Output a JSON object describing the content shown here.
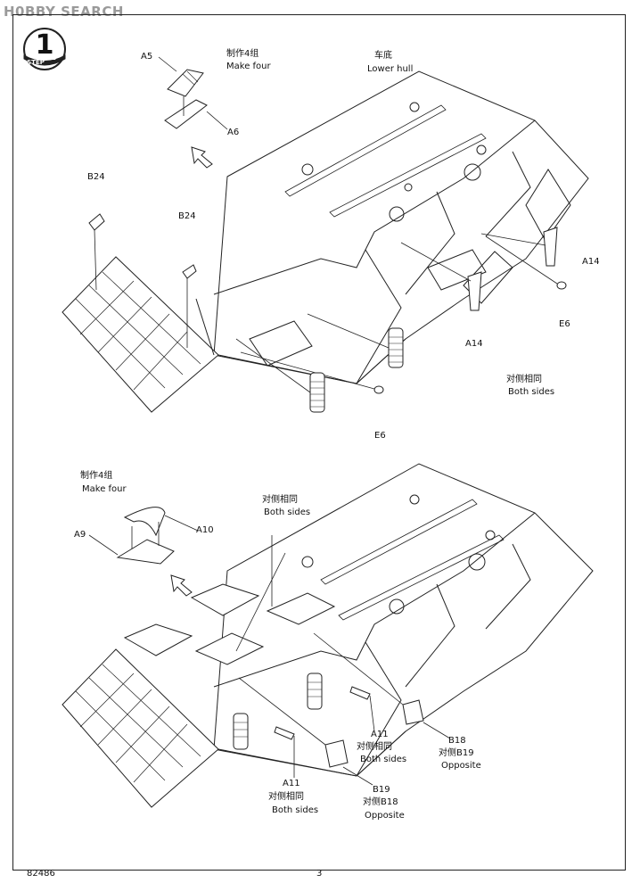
{
  "watermark": "H0BBY SEARCH",
  "step": {
    "number": "1",
    "label": "STEP"
  },
  "labels": {
    "a5": "A5",
    "make_four_cn_1": "制作4组",
    "make_four_en_1": "Make four",
    "a6": "A6",
    "lower_hull_cn": "车底",
    "lower_hull_en": "Lower hull",
    "b24_left": "B24",
    "b24_mid": "B24",
    "a14_right": "A14",
    "a14_mid": "A14",
    "e6_right": "E6",
    "e6_bottom": "E6",
    "both_sides_cn_1": "对侧相同",
    "both_sides_en_1": "Both sides",
    "make_four_cn_2": "制作4组",
    "make_four_en_2": "Make four",
    "a9": "A9",
    "a10": "A10",
    "both_sides_cn_2": "对侧相同",
    "both_sides_en_2": "Both sides",
    "a11_right": "A11",
    "both_sides_cn_3": "对侧相同",
    "both_sides_en_3": "Both sides",
    "b18": "B18",
    "opp_b19_cn": "对侧B19",
    "opposite_1": "Opposite",
    "a11_left": "A11",
    "both_sides_cn_4": "对侧相同",
    "both_sides_en_4": "Both sides",
    "b19": "B19",
    "opp_b18_cn": "对侧B18",
    "opposite_2": "Opposite"
  },
  "footer": {
    "code": "82486",
    "page": "3"
  }
}
